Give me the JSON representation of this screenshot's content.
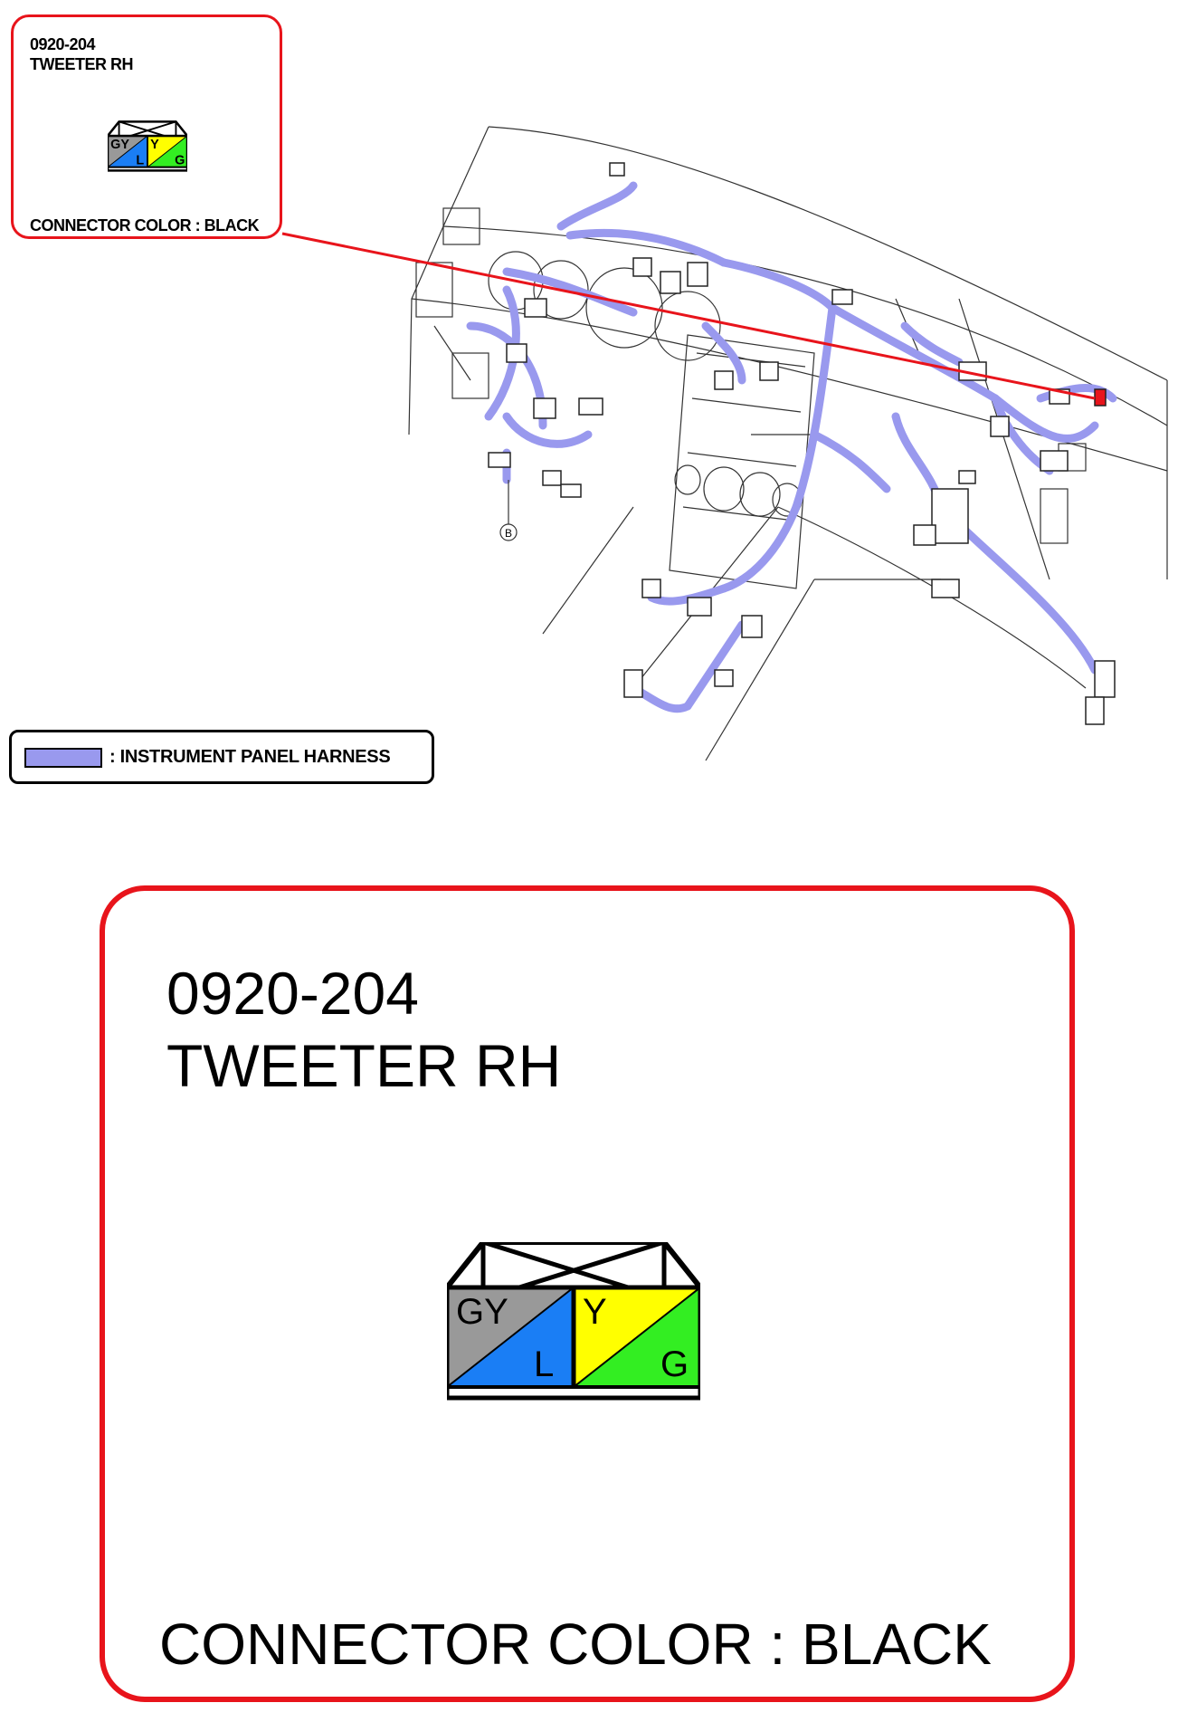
{
  "callout": {
    "connector_id": "0920-204",
    "connector_name": "TWEETER RH",
    "connector_color_label": "CONNECTOR COLOR : BLACK"
  },
  "detail": {
    "connector_id": "0920-204",
    "connector_name": "TWEETER RH",
    "connector_color_label": "CONNECTOR COLOR : BLACK"
  },
  "connector": {
    "pins": [
      {
        "upper": "GY",
        "lower": "L",
        "upper_color": "#999999",
        "lower_color": "#1a7ef5"
      },
      {
        "upper": "Y",
        "lower": "G",
        "upper_color": "#ffff00",
        "lower_color": "#33ee22"
      }
    ]
  },
  "legend": {
    "label": ": INSTRUMENT PANEL HARNESS",
    "swatch_color": "#9999ee"
  },
  "harness": {
    "ground_marker": "B"
  },
  "colors": {
    "callout_border": "#e8141b",
    "harness": "#9999ee"
  }
}
